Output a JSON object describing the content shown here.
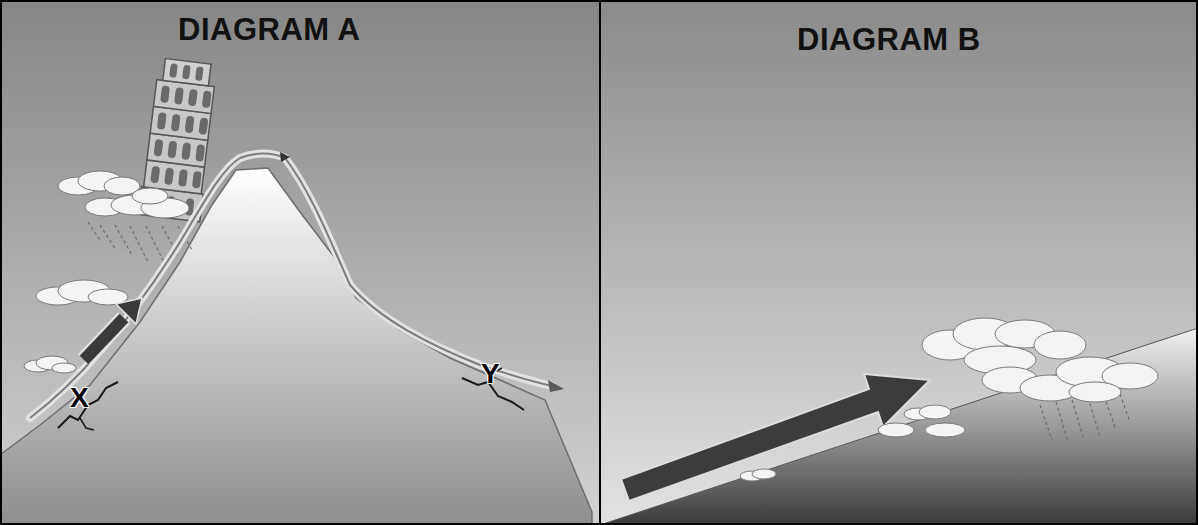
{
  "diagram": {
    "nodes": [
      {
        "text": [
          "DIAGRAM A"
        ]
      },
      {
        "text": [
          "DIAGRAM B"
        ]
      }
    ],
    "labels": [
      "X",
      "Y"
    ]
  }
}
